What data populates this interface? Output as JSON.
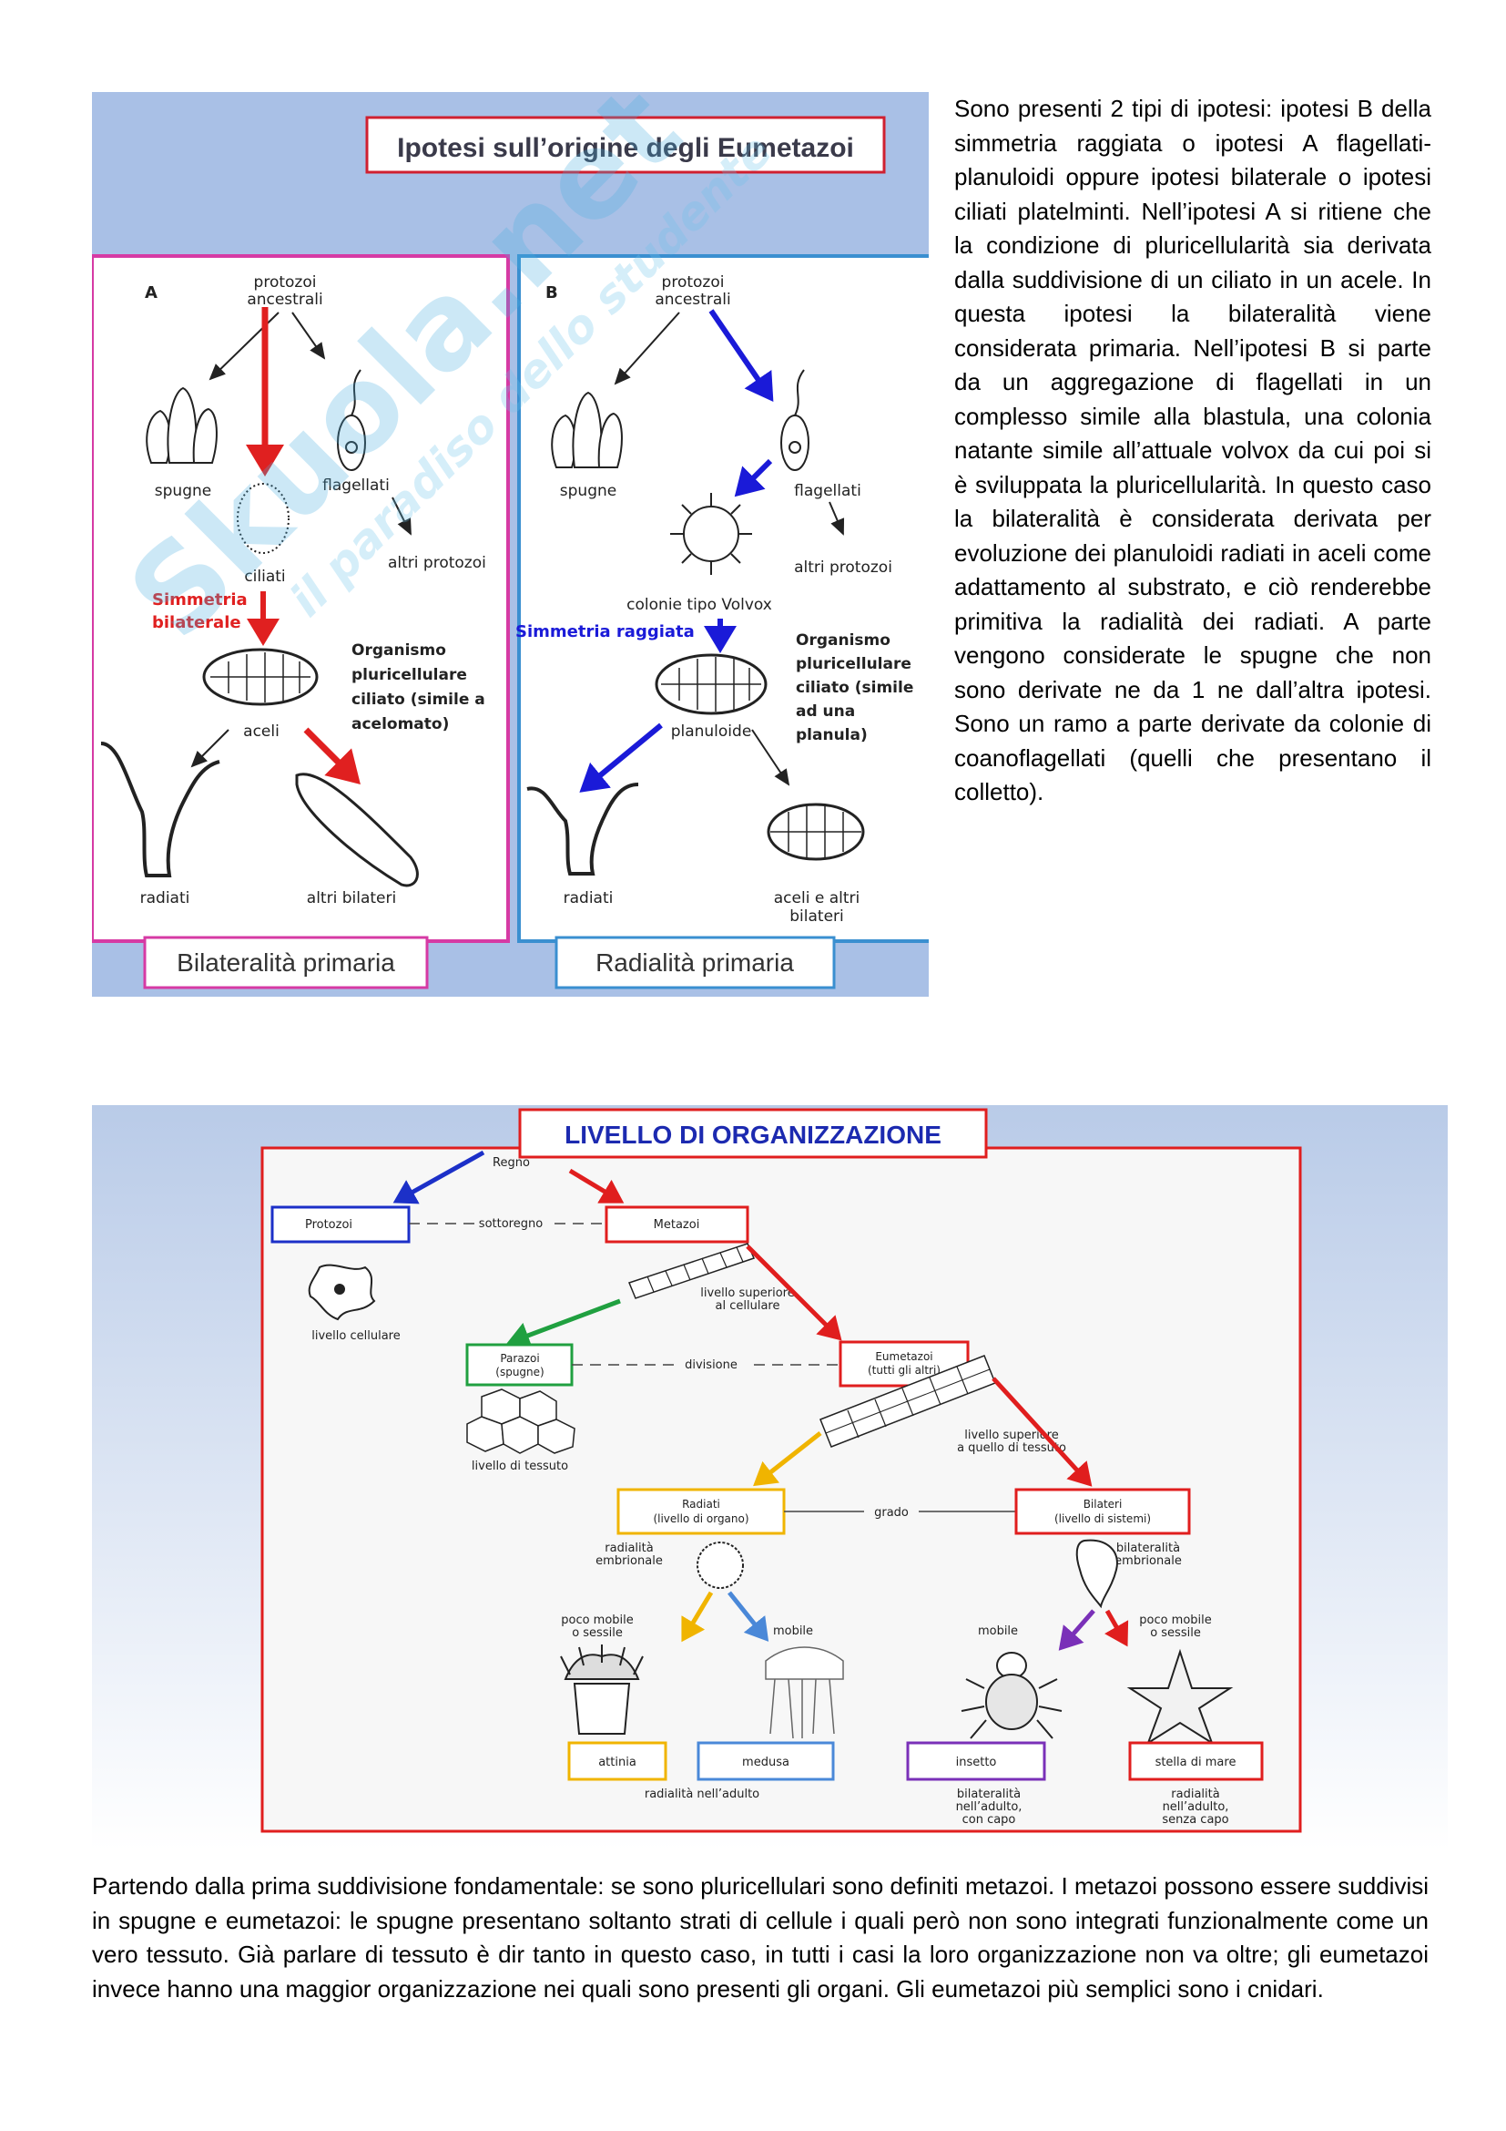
{
  "figure1": {
    "title": "Ipotesi sull’origine degli Eumetazoi",
    "panel_a": {
      "letter": "A",
      "ancestor": [
        "protozoi",
        "ancestrali"
      ],
      "sponges": "spugne",
      "flagellates": "flagellati",
      "ciliates": "ciliati",
      "other_protozoa": "altri protozoi",
      "symmetry": [
        "Simmetria",
        "bilaterale"
      ],
      "organism": [
        "Organismo",
        "pluricellulare",
        "ciliato (simile a",
        "acelomato)"
      ],
      "aceli": "aceli",
      "radiates": "radiati",
      "other_bilaterians": "altri bilateri",
      "footer": "Bilateralità primaria"
    },
    "panel_b": {
      "letter": "B",
      "ancestor": [
        "protozoi",
        "ancestrali"
      ],
      "sponges": "spugne",
      "flagellates": "flagellati",
      "other_protozoa": "altri protozoi",
      "colonies": "colonie tipo Volvox",
      "symmetry": "Simmetria raggiata",
      "organism": [
        "Organismo",
        "pluricellulare",
        "ciliato (simile",
        "ad una",
        "planula)"
      ],
      "planuloid": "planuloide",
      "radiates": "radiati",
      "aceli_other": [
        "aceli e altri",
        "bilateri"
      ],
      "footer": "Radialità primaria"
    },
    "colors": {
      "blue_bg": "#a9c0e6",
      "magenta": "#d63aa4",
      "panel_blue": "#3a8fd0",
      "red": "#e02020",
      "arrow_blue": "#1a1ad8"
    }
  },
  "text_right": "Sono presenti 2 tipi di ipotesi: ipotesi B della simmetria raggiata o ipotesi A flagellati-planuloidi oppure ipotesi bilaterale o ipotesi ciliati platelminti. Nell’ipotesi A si ritiene che la condizione di pluricellularità sia derivata dalla suddivisione di un ciliato in un acele. In questa ipotesi la bilateralità viene considerata primaria. Nell’ipotesi B si parte da un aggregazione di flagellati in un complesso simile alla blastula, una colonia natante simile all’attuale volvox da cui poi si è sviluppata la pluricellularità. In questo caso la bilateralità è considerata derivata per evoluzione dei planuloidi radiati in aceli come adattamento al substrato, e ciò renderebbe primitiva la radialità dei radiati. A parte vengono considerate le spugne che non sono derivate ne da 1 ne dall’altra ipotesi. Sono un ramo a parte derivate da colonie di coanoflagellati (quelli che presentano il colletto).",
  "figure2": {
    "title": "LIVELLO DI ORGANIZZAZIONE",
    "regno": "Regno",
    "protozoi": "Protozoi",
    "sottoregno": "sottoregno",
    "metazoi": "Metazoi",
    "livello_cellulare": "livello cellulare",
    "livello_superiore_cellulare": [
      "livello superiore",
      "al cellulare"
    ],
    "parazoi": [
      "Parazoi",
      "(spugne)"
    ],
    "divisione": "divisione",
    "eumetazoi": [
      "Eumetazoi",
      "(tutti gli altri)"
    ],
    "livello_tessuto": "livello di tessuto",
    "livello_superiore_tessuto": [
      "livello superiore",
      "a quello di tessuto"
    ],
    "radiati": [
      "Radiati",
      "(livello di organo)"
    ],
    "grado": "grado",
    "bilateri": [
      "Bilateri",
      "(livello di sistemi)"
    ],
    "radialita_embrionale": [
      "radialità",
      "embrionale"
    ],
    "bilateralita_embrionale": [
      "bilateralità",
      "embrionale"
    ],
    "poco_mobile_1": [
      "poco mobile",
      "o sessile"
    ],
    "mobile_1": "mobile",
    "mobile_2": "mobile",
    "poco_mobile_2": [
      "poco mobile",
      "o sessile"
    ],
    "attinia": "attinia",
    "medusa": "medusa",
    "insetto": "insetto",
    "stella": "stella di mare",
    "radialita_adulto": "radialità nell’adulto",
    "bilateralita_adulto": [
      "bilateralità",
      "nell’adulto,",
      "con capo"
    ],
    "radialita_adulto_senza": [
      "radialità",
      "nell’adulto,",
      "senza capo"
    ],
    "colors": {
      "red": "#e01e1e",
      "blue": "#1c30c8",
      "green": "#20a040",
      "yellow": "#f0b400",
      "light_blue": "#4a88d8",
      "purple": "#7a30b8",
      "bg_top": "#b9cbe8",
      "bg_bottom": "#ffffff"
    }
  },
  "text_bottom": "Partendo dalla prima suddivisione fondamentale: se sono pluricellulari sono definiti metazoi. I metazoi possono essere suddivisi in spugne e eumetazoi: le spugne presentano soltanto strati di cellule i quali però non sono integrati funzionalmente come un vero tessuto. Già parlare di tessuto è dir tanto in questo caso, in tutti i casi la loro organizzazione non va oltre; gli eumetazoi invece hanno una maggior organizzazione nei quali sono presenti gli organi. Gli eumetazoi più semplici sono i cnidari.",
  "watermark": [
    "Skuola.net",
    "il paradiso dello studente"
  ]
}
